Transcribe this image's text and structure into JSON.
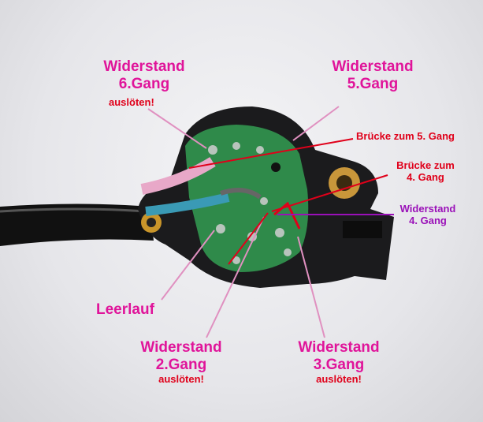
{
  "labels": {
    "w6": {
      "line1": "Widerstand",
      "line2": "6.Gang",
      "note": "auslöten!"
    },
    "w5": {
      "line1": "Widerstand",
      "line2": "5.Gang"
    },
    "b5": {
      "text": "Brücke zum 5. Gang"
    },
    "b4": {
      "line1": "Brücke zum",
      "line2": "4. Gang"
    },
    "w4": {
      "line1": "Widerstand",
      "line2": "4. Gang"
    },
    "leerlauf": {
      "text": "Leerlauf"
    },
    "w2": {
      "line1": "Widerstand",
      "line2": "2.Gang",
      "note": "auslöten!"
    },
    "w3": {
      "line1": "Widerstand",
      "line2": "3.Gang",
      "note": "auslöten!"
    }
  },
  "colors": {
    "label": "#e0149a",
    "note": "#e0001a",
    "pcb": "#2f8a4a"
  }
}
